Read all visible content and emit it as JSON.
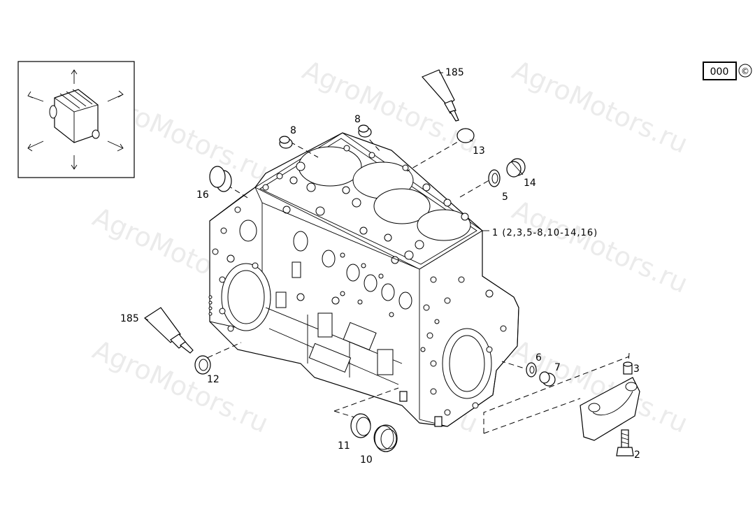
{
  "watermark": {
    "text": "AgroMotors.ru"
  },
  "badge": {
    "code": "000",
    "symbol": "©"
  },
  "callouts": {
    "main_assembly": "1 (2,3,5-8,10-14,16)",
    "sealant_top": "185",
    "sealant_left": "185",
    "plug_13": "13",
    "plug_8_left": "8",
    "plug_8_right": "8",
    "plug_14": "14",
    "washer_5": "5",
    "plug_16": "16",
    "seal_12": "12",
    "washer_6": "6",
    "plug_7": "7",
    "pin_3": "3",
    "bolt_2": "2",
    "bushing_11": "11",
    "bushing_10": "10"
  },
  "icons": {
    "orientation": "engine-orientation-icon",
    "sealant": "sealant-tube-icon"
  }
}
